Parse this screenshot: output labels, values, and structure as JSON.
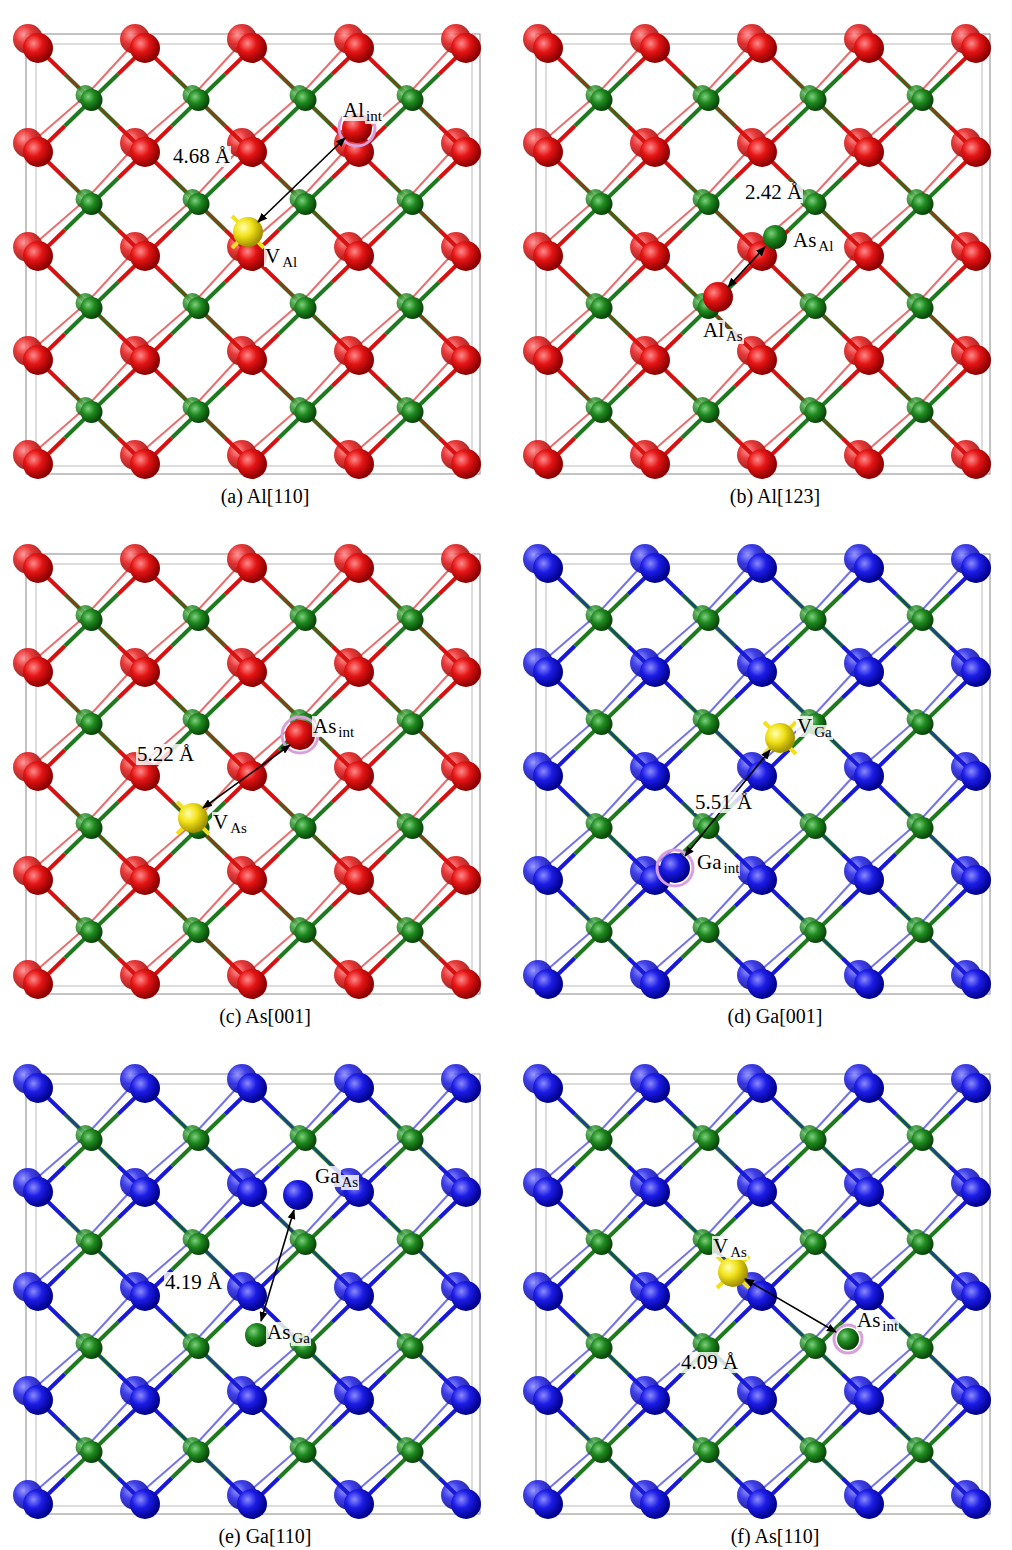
{
  "diagram": {
    "labels": [
      "4.68 Å",
      "Al",
      "int",
      "V",
      "Al",
      "(a) Al[110]",
      "2.42 Å",
      "As",
      "Al",
      "Al",
      "As",
      "(b) Al[123]",
      "5.22 Å",
      "As",
      "int",
      "V",
      "As",
      "(c) As[001]",
      "V",
      "Ga",
      "5.51 Å",
      "Ga",
      "int",
      "(d) Ga[001]",
      "Ga",
      "As",
      "4.19 Å",
      "As",
      "Ga",
      "(e) Ga[110]",
      "V",
      "As",
      "4.09 Å",
      "As",
      "int",
      "(f) As[110]"
    ]
  }
}
